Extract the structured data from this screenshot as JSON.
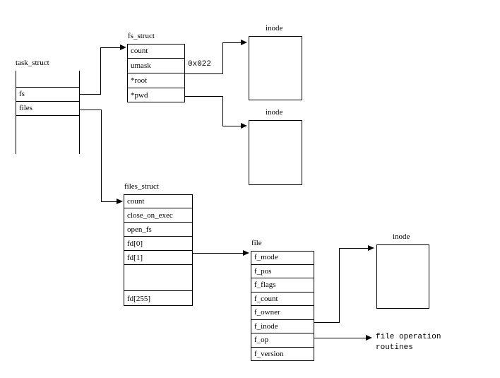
{
  "diagram": {
    "title_font_note": "serif",
    "line_color": "#000000",
    "background": "#ffffff"
  },
  "structs": {
    "task_struct": {
      "title": "task_struct",
      "fields": [
        {
          "label": "fs"
        },
        {
          "label": "files"
        }
      ]
    },
    "fs_struct": {
      "title": "fs_struct",
      "fields": [
        {
          "label": "count"
        },
        {
          "label": "umask"
        },
        {
          "label": "*root"
        },
        {
          "label": "*pwd"
        }
      ]
    },
    "files_struct": {
      "title": "files_struct",
      "fields": [
        {
          "label": "count"
        },
        {
          "label": "close_on_exec"
        },
        {
          "label": "open_fs"
        },
        {
          "label": "fd[0]"
        },
        {
          "label": "fd[1]"
        },
        {
          "label": ""
        },
        {
          "label": "fd[255]"
        }
      ]
    },
    "file": {
      "title": "file",
      "fields": [
        {
          "label": "f_mode"
        },
        {
          "label": "f_pos"
        },
        {
          "label": "f_flags"
        },
        {
          "label": "f_count"
        },
        {
          "label": "f_owner"
        },
        {
          "label": "f_inode"
        },
        {
          "label": "f_op"
        },
        {
          "label": "f_version"
        }
      ]
    }
  },
  "inodes": {
    "root_inode_title": "inode",
    "pwd_inode_title": "inode",
    "file_inode_title": "inode"
  },
  "annotations": {
    "umask_value": "0x022",
    "file_operation_routines_line1": "file operation",
    "file_operation_routines_line2": "routines"
  }
}
